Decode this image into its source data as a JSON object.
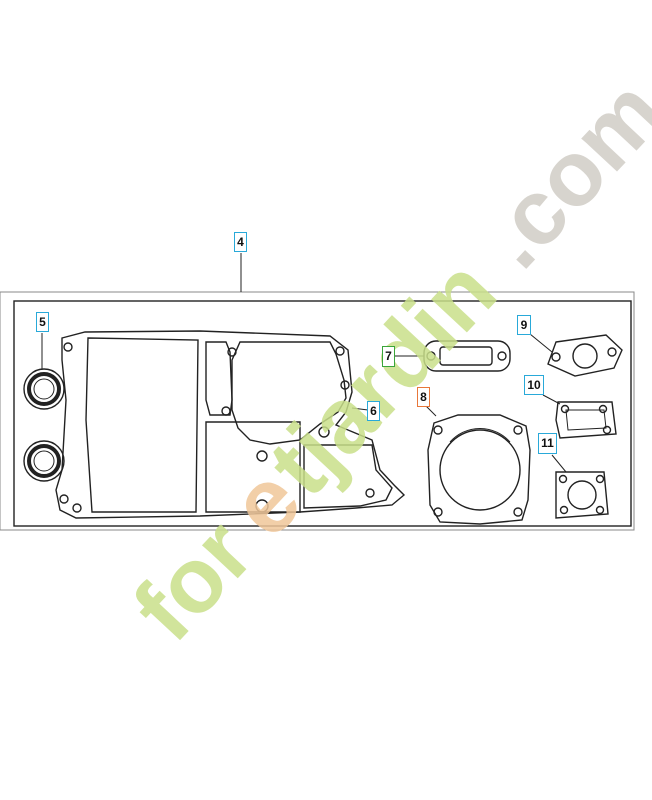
{
  "callouts": [
    {
      "id": "4",
      "label": "4"
    },
    {
      "id": "5",
      "label": "5"
    },
    {
      "id": "6",
      "label": "6"
    },
    {
      "id": "7",
      "label": "7"
    },
    {
      "id": "8",
      "label": "8"
    },
    {
      "id": "9",
      "label": "9"
    },
    {
      "id": "10",
      "label": "10"
    },
    {
      "id": "11",
      "label": "11"
    }
  ],
  "watermark": {
    "text": "foretjardin.com",
    "colors": {
      "green": "#c9e08a",
      "orange": "#f0c79a",
      "gray": "#d1cdc6"
    }
  },
  "colors": {
    "callout_border": "#29a9d9",
    "callout_green": "#3aa53a",
    "callout_orange": "#e8773a",
    "line": "#222222"
  }
}
